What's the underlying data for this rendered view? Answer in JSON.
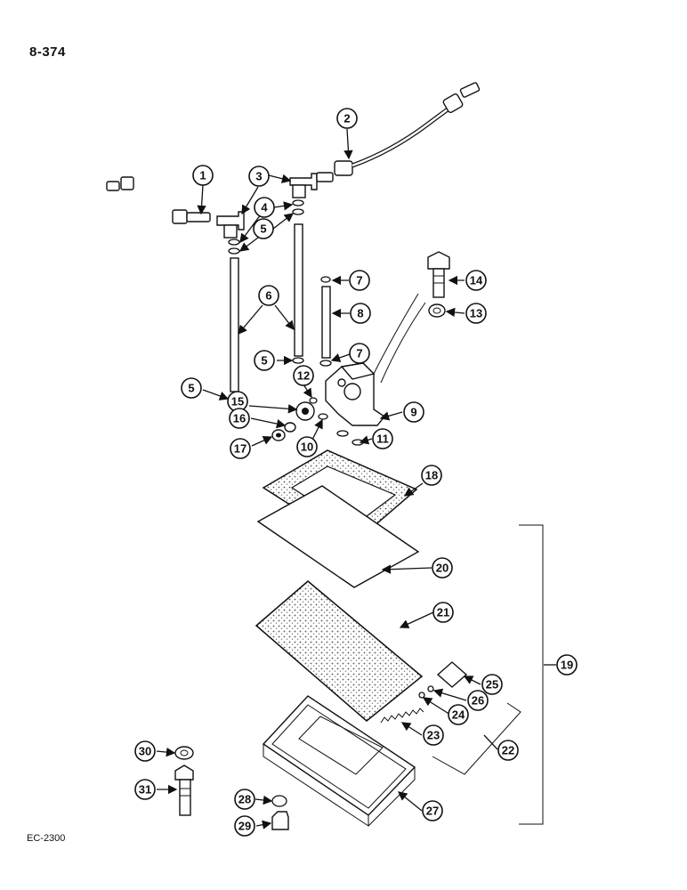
{
  "page": {
    "page_number": "8-374",
    "figure_code": "EC-2300"
  },
  "callouts": [
    "1",
    "2",
    "3",
    "4",
    "5",
    "6",
    "7",
    "8",
    "9",
    "10",
    "11",
    "12",
    "13",
    "14",
    "15",
    "16",
    "17",
    "18",
    "19",
    "20",
    "21",
    "22",
    "23",
    "24",
    "25",
    "26",
    "27",
    "28",
    "29",
    "30",
    "31"
  ],
  "colors": {
    "ink": "#111111",
    "paper": "#ffffff",
    "gasket_stipple": "#8a8a8a"
  }
}
